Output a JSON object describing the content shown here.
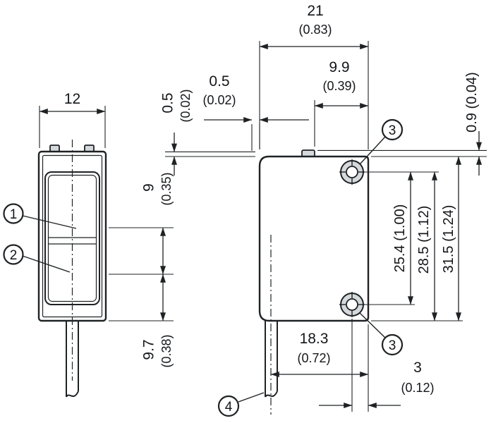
{
  "views": {
    "front": {
      "width_mm": "12",
      "beam_pitch_mm": "9",
      "beam_pitch_in": "(0.35)",
      "beam_bottom_mm": "9.7",
      "beam_bottom_in": "(0.38)"
    },
    "side": {
      "depth_mm": "21",
      "depth_in": "(0.83)",
      "hole_to_edge_top_mm": "9.9",
      "hole_to_edge_top_in": "(0.39)",
      "front_protrusion_mm": "0.5",
      "front_protrusion_in": "(0.02)",
      "top_protrusion_mm": "0.5",
      "top_protrusion_in": "(0.02)",
      "top_clearance": "0.9 (0.04)",
      "hole_pitch": "25.4 (1.00)",
      "hole_span": "28.5 (1.12)",
      "height": "31.5 (1.24)",
      "cable_to_edge_mm": "18.3",
      "cable_to_edge_in": "(0.72)",
      "hole_to_edge_mm": "3",
      "hole_to_edge_in": "(0.12)"
    }
  },
  "callouts": {
    "emitter": "1",
    "receiver": "2",
    "mounting_hole_top": "3",
    "mounting_hole_bottom": "3",
    "cable": "4"
  }
}
